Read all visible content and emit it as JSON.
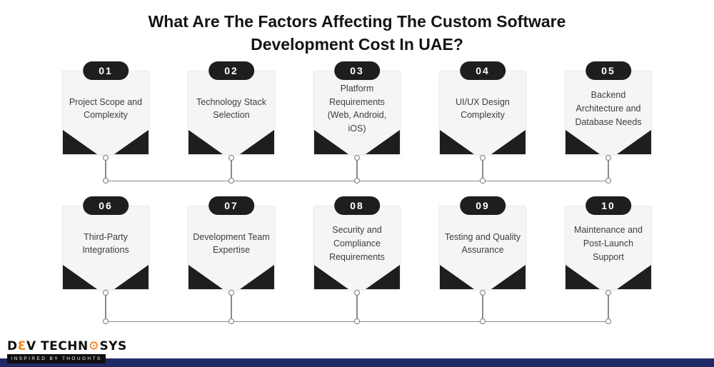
{
  "title": "What Are The Factors Affecting The Custom Software Development Cost In UAE?",
  "factors": [
    {
      "number": "01",
      "label": "Project Scope and Complexity"
    },
    {
      "number": "02",
      "label": "Technology Stack Selection"
    },
    {
      "number": "03",
      "label": "Platform Requirements (Web, Android, iOS)"
    },
    {
      "number": "04",
      "label": "UI/UX Design Complexity"
    },
    {
      "number": "05",
      "label": "Backend Architecture and Database Needs"
    },
    {
      "number": "06",
      "label": "Third-Party Integrations"
    },
    {
      "number": "07",
      "label": "Development Team Expertise"
    },
    {
      "number": "08",
      "label": "Security and Compliance Requirements"
    },
    {
      "number": "09",
      "label": "Testing and Quality Assurance"
    },
    {
      "number": "10",
      "label": "Maintenance and Post-Launch Support"
    }
  ],
  "logo": {
    "text_d": "D",
    "text_e": "Ɛ",
    "text_v": "V ",
    "text_techn": "TECHN",
    "gear_icon": "⚙",
    "text_sys": "SYS",
    "tagline": "INSPIRED BY THOUGHTS"
  },
  "colors": {
    "accent_dark": "#1e1e1e",
    "card_background": "#f7f4f5",
    "connector_gray": "#8a8a8a",
    "footer_navy": "#1e2a66",
    "brand_orange": "#f5821f"
  }
}
